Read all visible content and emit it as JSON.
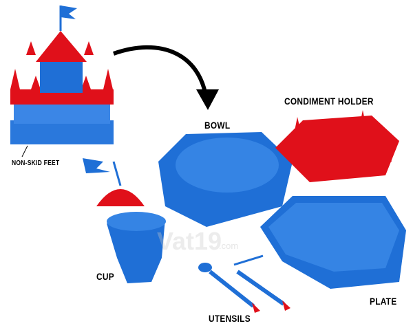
{
  "labels": {
    "condiment": "CONDIMENT HOLDER",
    "bowl": "BOWL",
    "feet": "NON-SKID FEET",
    "cup": "CUP",
    "plate": "PLATE",
    "utensils": "UTENSILS"
  },
  "watermark": "Vat19",
  "watermark_suffix": ".com",
  "colors": {
    "blue": "#1f6fd6",
    "red": "#e0101a"
  }
}
